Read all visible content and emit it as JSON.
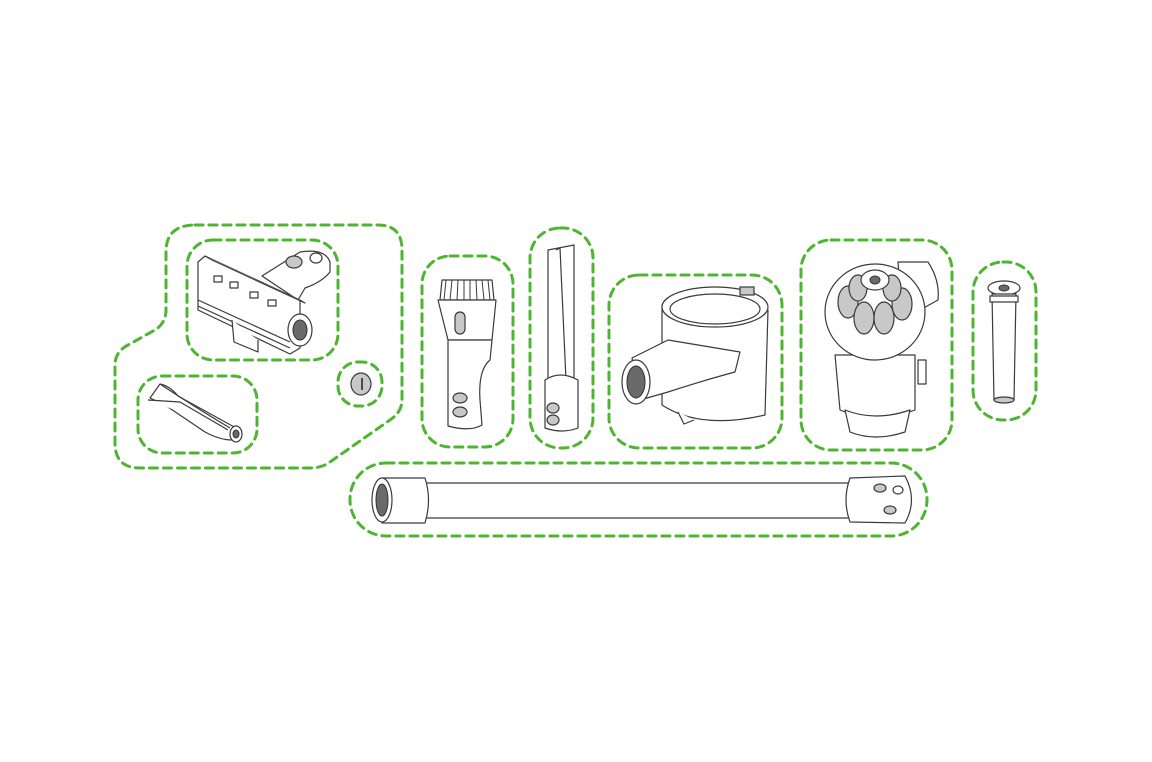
{
  "diagram": {
    "accent_color": "#4db52f",
    "line_color": "#3a3a3a",
    "parts": [
      {
        "id": "cleaner-head-group"
      },
      {
        "id": "cleaner-head"
      },
      {
        "id": "brush-bar"
      },
      {
        "id": "end-cap"
      },
      {
        "id": "combination-tool"
      },
      {
        "id": "crevice-tool"
      },
      {
        "id": "clear-bin"
      },
      {
        "id": "cyclone"
      },
      {
        "id": "filter"
      },
      {
        "id": "wand"
      }
    ]
  }
}
